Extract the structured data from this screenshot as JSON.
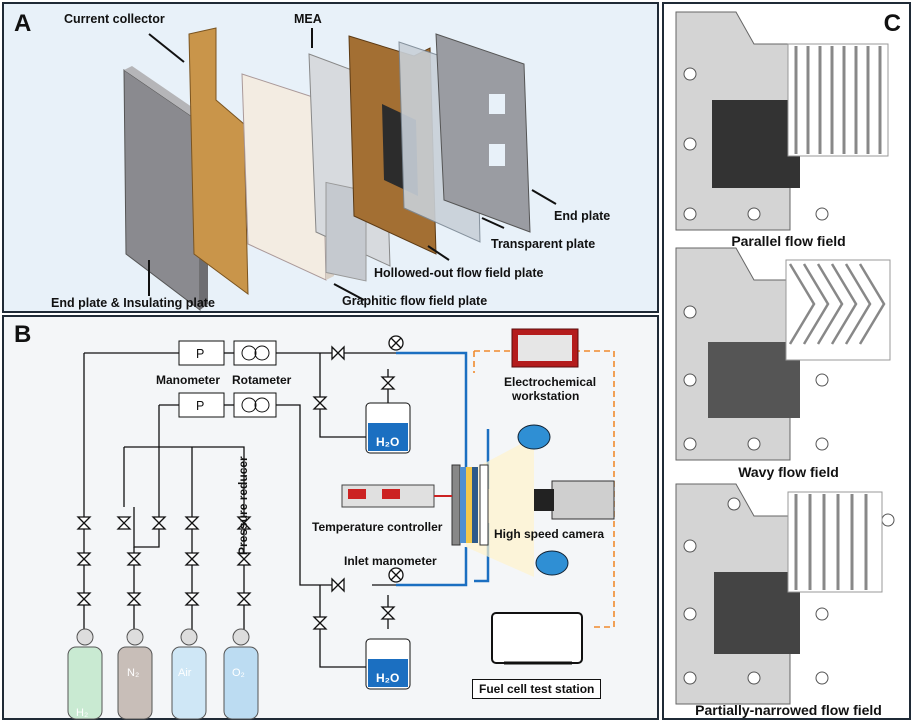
{
  "panel_a": {
    "letter": "A",
    "labels": {
      "current_collector": "Current collector",
      "mea": "MEA",
      "end_plate": "End plate",
      "transparent_plate": "Transparent plate",
      "hollowed_plate": "Hollowed-out flow field plate",
      "graphitic_plate": "Graphitic flow field plate",
      "end_insulating": "End plate & Insulating plate"
    }
  },
  "panel_b": {
    "letter": "B",
    "labels": {
      "manometer": "Manometer",
      "rotameter": "Rotameter",
      "p1": "P",
      "p2": "P",
      "pressure_reducer": "Pressure reducer",
      "echem_line1": "Electrochemical",
      "echem_line2": "workstation",
      "temp_controller": "Temperature controller",
      "camera": "High speed camera",
      "inlet_manometer": "Inlet manometer",
      "test_station": "Fuel cell test station",
      "water_top": "H₂O",
      "water_bottom": "H₂O"
    },
    "cylinders": [
      "H₂",
      "N₂",
      "Air",
      "O₂"
    ]
  },
  "panel_c": {
    "letter": "C",
    "captions": {
      "parallel": "Parallel flow field",
      "wavy": "Wavy flow field",
      "narrowed": "Partially-narrowed flow field"
    }
  }
}
